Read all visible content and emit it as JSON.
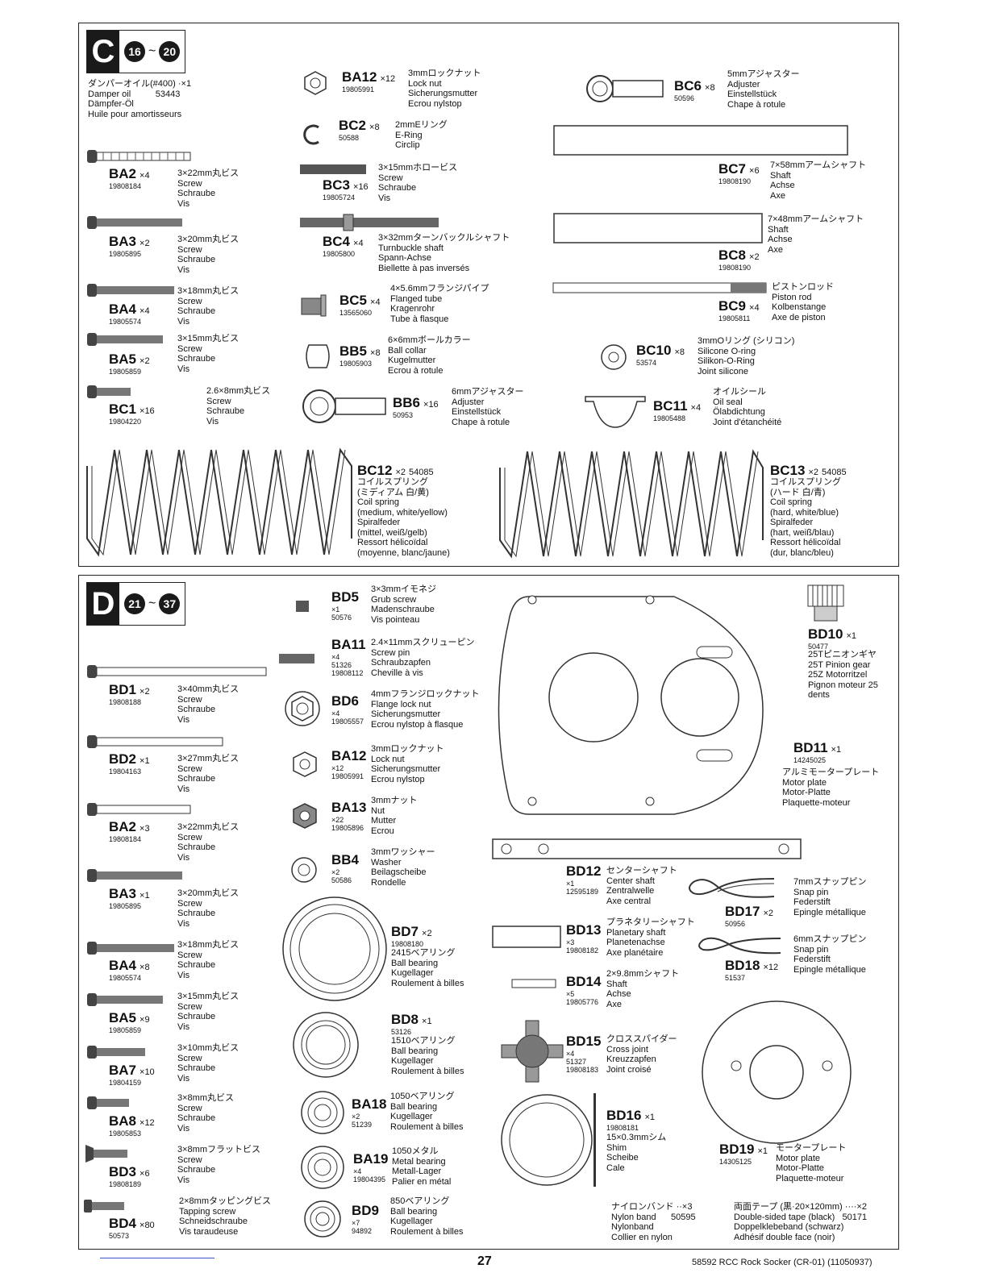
{
  "page_number": "27",
  "document_id": "58592 RCC Rock Socker (CR-01) (11050937)",
  "sectionC": {
    "letter": "C",
    "from": "16",
    "to": "20",
    "damper_oil": "ダンパーオイル(#400) ·×1\nDamper oil          53443\nDämpfer-Öl\nHuile pour amortisseurs",
    "parts": [
      {
        "code": "BA12",
        "qty": "×12",
        "pn": "19805991",
        "desc": "3mmロックナット\nLock nut\nSicherungsmutter\nEcrou nylstop"
      },
      {
        "code": "BC6",
        "qty": "×8",
        "pn": "50596",
        "desc": "5mmアジャスター\nAdjuster\nEinstellstück\nChape à rotule"
      },
      {
        "code": "BC2",
        "qty": "×8",
        "pn": "50588",
        "desc": "2mmEリング\nE-Ring\nCirclip"
      },
      {
        "code": "BA2",
        "qty": "×4",
        "pn": "19808184",
        "desc": "3×22mm丸ビス\nScrew\nSchraube\nVis"
      },
      {
        "code": "BC3",
        "qty": "×16",
        "pn": "19805724",
        "desc": "3×15mmホロービス\nScrew\nSchraube\nVis"
      },
      {
        "code": "BC7",
        "qty": "×6",
        "pn": "19808190",
        "desc": "7×58mmアームシャフト\nShaft\nAchse\nAxe"
      },
      {
        "code": "BA3",
        "qty": "×2",
        "pn": "19805895",
        "desc": "3×20mm丸ビス\nScrew\nSchraube\nVis"
      },
      {
        "code": "BC4",
        "qty": "×4",
        "pn": "19805800",
        "desc": "3×32mmターンバックルシャフト\nTurnbuckle shaft\nSpann-Achse\nBiellette à pas inversés"
      },
      {
        "code": "BC8",
        "qty": "×2",
        "pn": "19808190",
        "desc": "7×48mmアームシャフト\nShaft\nAchse\nAxe"
      },
      {
        "code": "BA4",
        "qty": "×4",
        "pn": "19805574",
        "desc": "3×18mm丸ビス\nScrew\nSchraube\nVis"
      },
      {
        "code": "BC5",
        "qty": "×4",
        "pn": "13565060",
        "desc": "4×5.6mmフランジパイプ\nFlanged tube\nKragenrohr\nTube à flasque"
      },
      {
        "code": "BC9",
        "qty": "×4",
        "pn": "19805811",
        "desc": "ピストンロッド\nPiston rod\nKolbenstange\nAxe de piston"
      },
      {
        "code": "BA5",
        "qty": "×2",
        "pn": "19805859",
        "desc": "3×15mm丸ビス\nScrew\nSchraube\nVis"
      },
      {
        "code": "BB5",
        "qty": "×8",
        "pn": "19805903",
        "desc": "6×6mmボールカラー\nBall collar\nKugelmutter\nEcrou à rotule"
      },
      {
        "code": "BC10",
        "qty": "×8",
        "pn": "53574",
        "desc": "3mmOリング (シリコン)\nSilicone O-ring\nSilikon-O-Ring\nJoint silicone"
      },
      {
        "code": "BC1",
        "qty": "×16",
        "pn": "19804220",
        "desc": "2.6×8mm丸ビス\nScrew\nSchraube\nVis"
      },
      {
        "code": "BB6",
        "qty": "×16",
        "pn": "50953",
        "desc": "6mmアジャスター\nAdjuster\nEinstellstück\nChape à rotule"
      },
      {
        "code": "BC11",
        "qty": "×4",
        "pn": "19805488",
        "desc": "オイルシール\nOil seal\nÖlabdichtung\nJoint d'étanchéité"
      },
      {
        "code": "BC12",
        "qty": "×2",
        "pn": "54085",
        "desc": "コイルスプリング\n(ミディアム 白/黄)\nCoil spring\n(medium, white/yellow)\nSpiralfeder\n(mittel, weiß/gelb)\nRessort hélicoïdal\n(moyenne, blanc/jaune)"
      },
      {
        "code": "BC13",
        "qty": "×2",
        "pn": "54085",
        "desc": "コイルスプリング\n(ハード 白/青)\nCoil spring\n(hard, white/blue)\nSpiralfeder\n(hart, weiß/blau)\nRessort hélicoïdal\n(dur, blanc/bleu)"
      }
    ]
  },
  "sectionD": {
    "letter": "D",
    "from": "21",
    "to": "37",
    "parts": [
      {
        "code": "BD5",
        "qty": "×1",
        "pn": "50576",
        "desc": "3×3mmイモネジ\nGrub screw\nMadenschraube\nVis pointeau"
      },
      {
        "code": "BA11",
        "qty": "×4",
        "pn": "51326\n19808112",
        "desc": "2.4×11mmスクリューピン\nScrew pin\nSchraubzapfen\nCheville à vis"
      },
      {
        "code": "BD10",
        "qty": "×1",
        "pn": "50477",
        "desc": "25Tピニオンギヤ\n25T Pinion gear\n25Z Motorritzel\nPignon moteur 25\ndents"
      },
      {
        "code": "BD1",
        "qty": "×2",
        "pn": "19808188",
        "desc": "3×40mm丸ビス\nScrew\nSchraube\nVis"
      },
      {
        "code": "BD6",
        "qty": "×4",
        "pn": "19805557",
        "desc": "4mmフランジロックナット\nFlange lock nut\nSicherungsmutter\nEcrou nylstop à flasque"
      },
      {
        "code": "BD11",
        "qty": "×1",
        "pn": "14245025",
        "desc": "アルミモータープレート\nMotor plate\nMotor-Platte\nPlaquette-moteur"
      },
      {
        "code": "BD2",
        "qty": "×1",
        "pn": "19804163",
        "desc": "3×27mm丸ビス\nScrew\nSchraube\nVis"
      },
      {
        "code": "BA12",
        "qty": "×12",
        "pn": "19805991",
        "desc": "3mmロックナット\nLock nut\nSicherungsmutter\nEcrou nylstop"
      },
      {
        "code": "BA2",
        "qty": "×3",
        "pn": "19808184",
        "desc": "3×22mm丸ビス\nScrew\nSchraube\nVis"
      },
      {
        "code": "BA13",
        "qty": "×22",
        "pn": "19805896",
        "desc": "3mmナット\nNut\nMutter\nEcrou"
      },
      {
        "code": "BB4",
        "qty": "×2",
        "pn": "50586",
        "desc": "3mmワッシャー\nWasher\nBeilagscheibe\nRondelle"
      },
      {
        "code": "BA3",
        "qty": "×1",
        "pn": "19805895",
        "desc": "3×20mm丸ビス\nScrew\nSchraube\nVis"
      },
      {
        "code": "BD12",
        "qty": "×1",
        "pn": "12595189",
        "desc": "センターシャフト\nCenter shaft\nZentralwelle\nAxe central"
      },
      {
        "code": "BD17",
        "qty": "×2",
        "pn": "50956",
        "desc": "7mmスナップピン\nSnap pin\nFederstift\nEpingle métallique"
      },
      {
        "code": "BD7",
        "qty": "×2",
        "pn": "19808180",
        "desc": "2415ベアリング\nBall bearing\nKugellager\nRoulement à billes"
      },
      {
        "code": "BD13",
        "qty": "×3",
        "pn": "19808182",
        "desc": "プラネタリーシャフト\nPlanetary shaft\nPlanetenachse\nAxe planétaire"
      },
      {
        "code": "BA4",
        "qty": "×8",
        "pn": "19805574",
        "desc": "3×18mm丸ビス\nScrew\nSchraube\nVis"
      },
      {
        "code": "BD18",
        "qty": "×12",
        "pn": "51537",
        "desc": "6mmスナップピン\nSnap pin\nFederstift\nEpingle métallique"
      },
      {
        "code": "BD14",
        "qty": "×5",
        "pn": "19805776",
        "desc": "2×9.8mmシャフト\nShaft\nAchse\nAxe"
      },
      {
        "code": "BA5",
        "qty": "×9",
        "pn": "19805859",
        "desc": "3×15mm丸ビス\nScrew\nSchraube\nVis"
      },
      {
        "code": "BD8",
        "qty": "×1",
        "pn": "53126",
        "desc": "1510ベアリング\nBall bearing\nKugellager\nRoulement à billes"
      },
      {
        "code": "BD15",
        "qty": "×4",
        "pn": "51327\n19808183",
        "desc": "クロススパイダー\nCross joint\nKreuzzapfen\nJoint croisé"
      },
      {
        "code": "BA7",
        "qty": "×10",
        "pn": "19804159",
        "desc": "3×10mm丸ビス\nScrew\nSchraube\nVis"
      },
      {
        "code": "BA18",
        "qty": "×2",
        "pn": "51239",
        "desc": "1050ベアリング\nBall bearing\nKugellager\nRoulement à billes"
      },
      {
        "code": "BD16",
        "qty": "×1",
        "pn": "19808181",
        "desc": "15×0.3mmシム\nShim\nScheibe\nCale"
      },
      {
        "code": "BA8",
        "qty": "×12",
        "pn": "19805853",
        "desc": "3×8mm丸ビス\nScrew\nSchraube\nVis"
      },
      {
        "code": "BD19",
        "qty": "×1",
        "pn": "14305125",
        "desc": "モータープレート\nMotor plate\nMotor-Platte\nPlaquette-moteur"
      },
      {
        "code": "BD3",
        "qty": "×6",
        "pn": "19808189",
        "desc": "3×8mmフラットビス\nScrew\nSchraube\nVis"
      },
      {
        "code": "BA19",
        "qty": "×4",
        "pn": "19804395",
        "desc": "1050メタル\nMetal bearing\nMetall-Lager\nPalier en métal"
      },
      {
        "code": "BD4",
        "qty": "×80",
        "pn": "50573",
        "desc": "2×8mmタッピングビス\nTapping screw\nSchneidschraube\nVis taraudeuse"
      },
      {
        "code": "BD9",
        "qty": "×7",
        "pn": "94892",
        "desc": "850ベアリング\nBall bearing\nKugellager\nRoulement à billes"
      }
    ],
    "nylon_band": "ナイロンバンド ··×3\nNylon band      50595\nNylonband\nCollier en nylon",
    "tape": "両面テープ (黒·20×120mm) ····×2\nDouble-sided tape (black)   50171\nDoppelklebeband (schwarz)\nAdhésif double face (noir)"
  }
}
